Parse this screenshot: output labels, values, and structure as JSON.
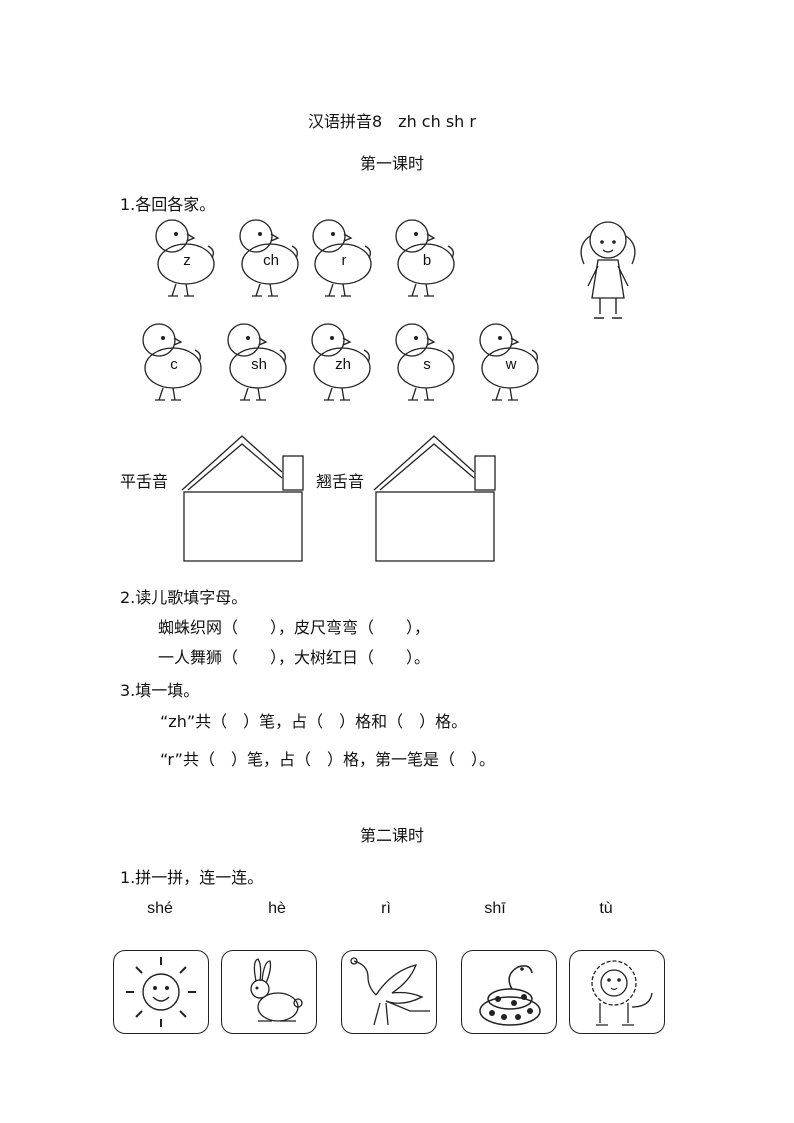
{
  "header": {
    "title": "汉语拼音8　zh ch sh r",
    "lesson1": "第一课时",
    "lesson2": "第二课时"
  },
  "part1": {
    "q1": "1.各回各家。",
    "chicks_row1": [
      "z",
      "ch",
      "r",
      "b"
    ],
    "chicks_row2": [
      "c",
      "sh",
      "zh",
      "s",
      "w"
    ],
    "house_left_label": "平舌音",
    "house_right_label": "翘舌音"
  },
  "part2": {
    "q2": "2.读儿歌填字母。",
    "line1": "蜘蛛织网（　　），皮尺弯弯（　　），",
    "line2": "一人舞狮（　　），大树红日（　　）。"
  },
  "part3": {
    "q3": "3.填一填。",
    "line1": "“zh”共（　）笔，占（　）格和（　）格。",
    "line2": "“r”共（　）笔，占（　）格，第一笔是（　）。"
  },
  "lesson2": {
    "q1": "1.拼一拼，连一连。",
    "pinyin": [
      "shé",
      "hè",
      "rì",
      "shī",
      "tù"
    ],
    "pictures": [
      "sun-icon",
      "rabbit-icon",
      "crane-icon",
      "snake-icon",
      "lion-icon"
    ]
  }
}
